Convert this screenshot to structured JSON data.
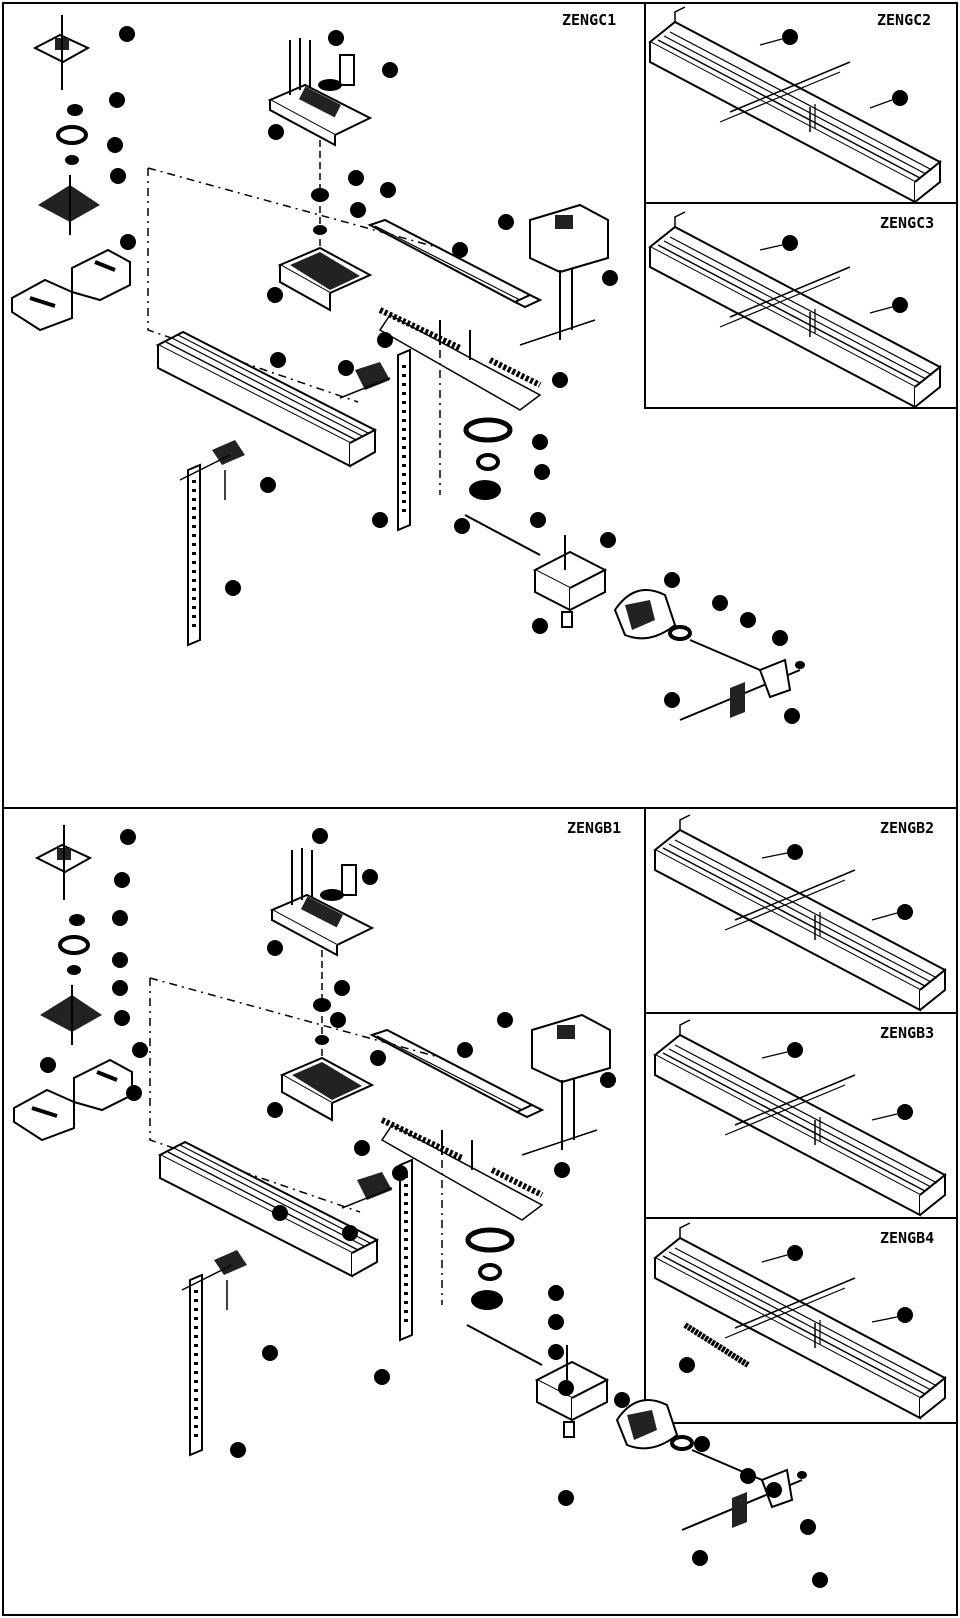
{
  "panels": {
    "zengc1": "ZENGC1",
    "zengc2": "ZENGC2",
    "zengc3": "ZENGC3",
    "zengb1": "ZENGB1",
    "zengb2": "ZENGB2",
    "zengb3": "ZENGB3",
    "zengb4": "ZENGB4"
  },
  "colors": {
    "ink": "#000000",
    "paper": "#ffffff"
  },
  "callout_style": "black filled circle with illegible part number"
}
